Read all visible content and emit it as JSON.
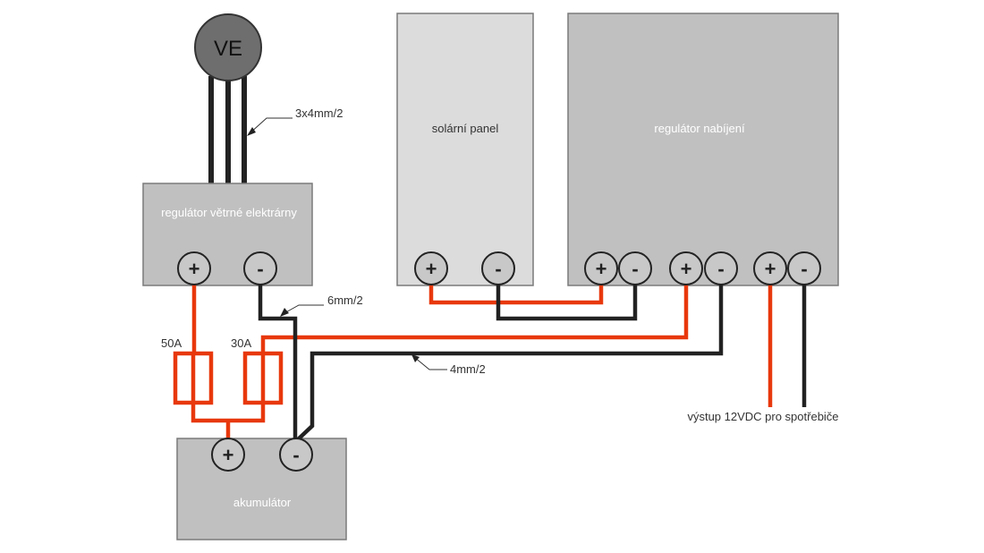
{
  "colors": {
    "box_fill": "#c0c0c0",
    "solar_fill": "#dcdcdc",
    "box_stroke": "#7a7a7a",
    "positive_wire": "#e8380d",
    "negative_wire": "#222222",
    "terminal_fill": "#c8c8c8",
    "turbine_fill": "#6e6e6e"
  },
  "turbine": {
    "label": "VE"
  },
  "wind_regulator": {
    "label": "regulátor větrné elektrárny",
    "plus": "+",
    "minus": "-"
  },
  "solar_panel": {
    "label": "solární panel",
    "plus": "+",
    "minus": "-"
  },
  "charge_regulator": {
    "label": "regulátor nabíjení",
    "terminals": [
      "+",
      "-",
      "+",
      "-",
      "+",
      "-"
    ]
  },
  "battery": {
    "label": "akumulátor",
    "plus": "+",
    "minus": "-"
  },
  "fuses": {
    "fuse_a": "50A",
    "fuse_b": "30A"
  },
  "wire_labels": {
    "turbine_cable": "3x4mm/2",
    "battery_cable": "6mm/2",
    "regulator_cable": "4mm/2"
  },
  "output_label": "výstup 12VDC pro spotřebiče"
}
